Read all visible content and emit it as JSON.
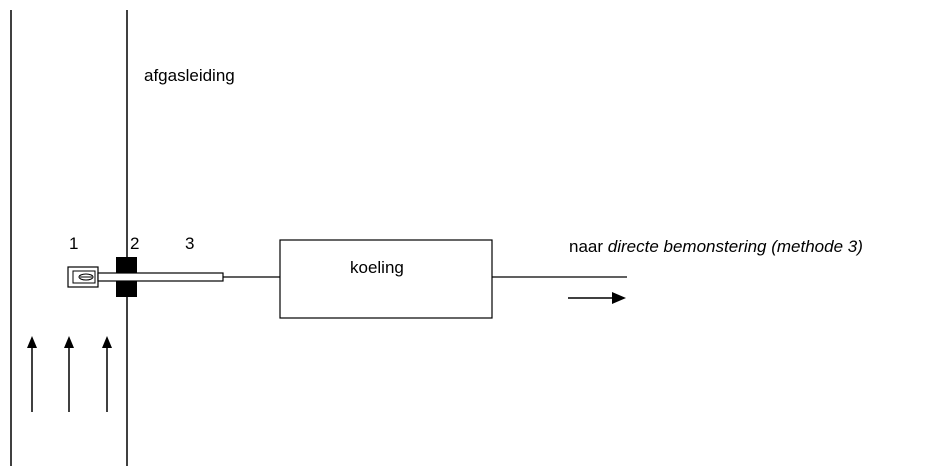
{
  "labels": {
    "duct": "afgasleiding",
    "component_1": "1",
    "component_2": "2",
    "component_3": "3",
    "box": "koeling",
    "destination_prefix": "naar ",
    "destination_italic": "directe bemonstering (methode 3)"
  },
  "colors": {
    "line": "#000000",
    "background": "#ffffff",
    "block": "#000000"
  }
}
